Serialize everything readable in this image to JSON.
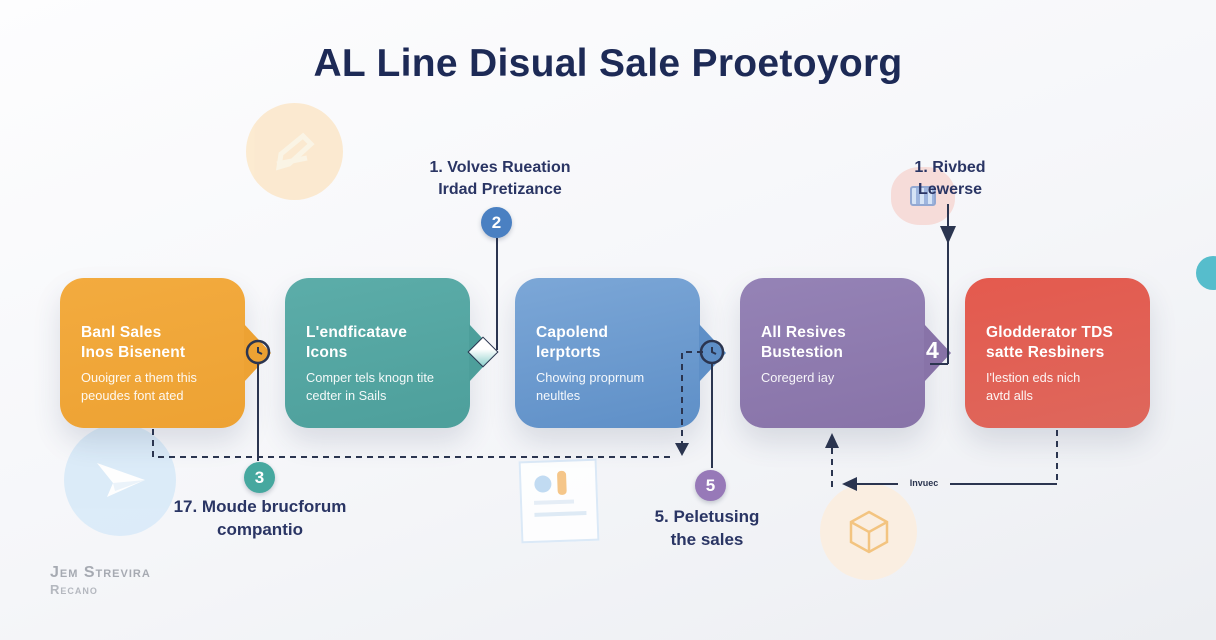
{
  "title": "AL Line Disual Sale Proetoyorg",
  "annotations": {
    "top_center_line1": "1. Volves Rueation",
    "top_center_line2": "Irdad Pretizance",
    "top_right_line1": "1. Rivbed",
    "top_right_line2": "Lewerse",
    "bottom_left_line1": "17. Moude brucforum",
    "bottom_left_line2": "compantio",
    "bottom_center_line1": "5. Peletusing",
    "bottom_center_line2": "the sales",
    "connector_label": "Invuec"
  },
  "markers": [
    {
      "number": "2",
      "color": "#4a80c2"
    },
    {
      "number": "3",
      "color": "#46a89f"
    },
    {
      "number": "4",
      "color": "#ffffff"
    },
    {
      "number": "5",
      "color": "#9779b8"
    }
  ],
  "boxes": [
    {
      "icon": "documents-icon",
      "title_line1": "Banl Sales",
      "title_line2": "Inos Bisenent",
      "body_line1": "Ouoigrer a them this",
      "body_line2": "peoudes font ated",
      "color_top": "#f3ab3f",
      "color_bottom": "#eda233"
    },
    {
      "icon": "laptop-icon",
      "title_line1": "L'endficatave",
      "title_line2": "Icons",
      "body_line1": "Comper tels knogn tite",
      "body_line2": "cedter in Sails",
      "color_top": "#5cada9",
      "color_bottom": "#4d9f9b"
    },
    {
      "icon": "reception-desk-icon",
      "title_line1": "Capolend",
      "title_line2": "lerptorts",
      "body_line1": "Chowing proprnum",
      "body_line2": "neultles",
      "color_top": "#7ca7d7",
      "color_bottom": "#5e8fc7"
    },
    {
      "icon": "pointing-hand-icon",
      "title_line1": "All Resives",
      "title_line2": "Bustestion",
      "body_line1": "Coregerd iay",
      "body_line2": "",
      "color_top": "#9583b6",
      "color_bottom": "#8873a8"
    },
    {
      "icon": "browser-window-icon",
      "title_line1": "Glodderator TDS",
      "title_line2": "satte Resbiners",
      "body_line1": "I'lestion eds nich",
      "body_line2": "avtd alls",
      "color_top": "#e45a4e",
      "color_bottom": "#de675c"
    }
  ],
  "footer": {
    "line1": "Jem Strevira",
    "line2": "Recano"
  }
}
